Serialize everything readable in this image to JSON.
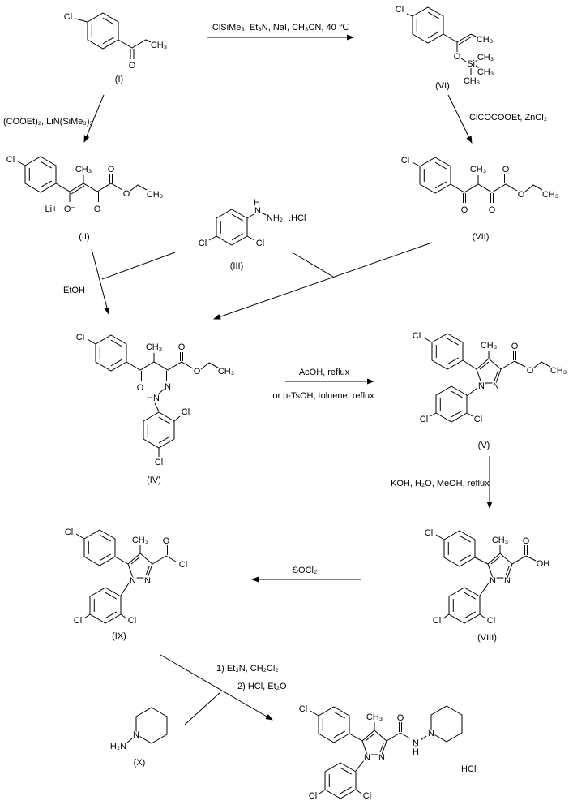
{
  "atoms": {
    "cl": "Cl",
    "o": "O",
    "oh": "OH",
    "o_minus": "O⁻",
    "li_plus": "Li+",
    "ch3": "CH₃",
    "n": "N",
    "hn": "HN",
    "nh2": "NH₂",
    "h2n": "H₂N",
    "h": "H",
    "si": "Si",
    "hcl_salt": ".HCl"
  },
  "compound_labels": {
    "i": "(I)",
    "ii": "(II)",
    "iii": "(III)",
    "iv": "(IV)",
    "v": "(V)",
    "vi": "(VI)",
    "vii": "(VII)",
    "viii": "(VIII)",
    "ix": "(IX)",
    "x": "(X)"
  },
  "conditions": {
    "i_to_vi": "ClSiMe₃, Et₃N, NaI, CH₃CN, 40 ℃",
    "vi_to_vii": "ClCOCOOEt, ZnCl₂",
    "i_to_ii": "(COOEt)₂, LiN(SiMe₃)₂",
    "ii_iii_to_iv": "EtOH",
    "iv_to_v_line1": "AcOH, reflux",
    "iv_to_v_line2": "or p-TsOH, toluene, reflux",
    "v_to_viii": "KOH, H₂O, MeOH, reflux",
    "viii_to_ix": "SOCl₂",
    "ix_to_product_line1": "1) Et₃N, CH₂Cl₂",
    "ix_to_product_line2": "2) HCl, Et₂O"
  }
}
